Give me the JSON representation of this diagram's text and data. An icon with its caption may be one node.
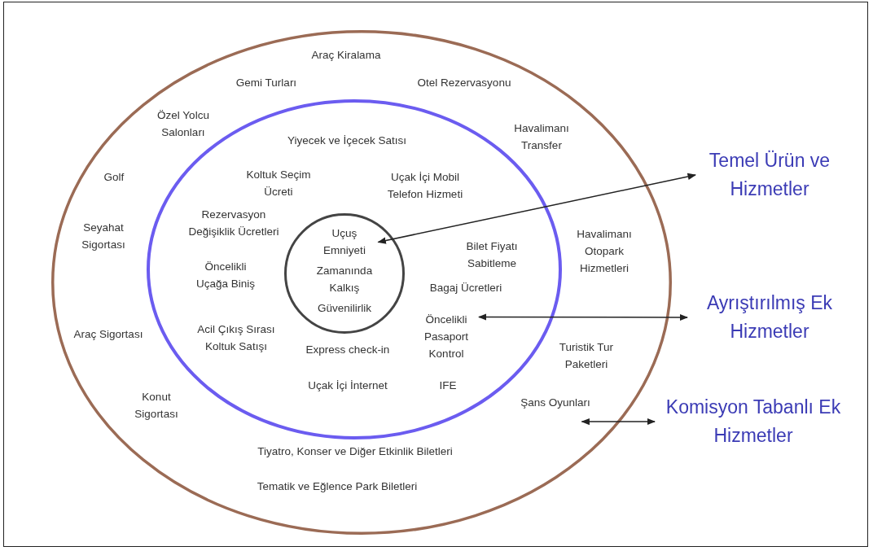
{
  "diagram": {
    "nodes": [
      {
        "text": [
          "Araç Kiralama",
          "Gemi Turları",
          "Otel Rezervasyonu",
          "Özel Yolcu Salonları",
          "Havalimanı Transfer",
          "Golf",
          "Seyahat Sigortası",
          "Havalimanı Otopark Hizmetleri",
          "Araç Sigortası",
          "Turistik Tur Paketleri",
          "Konut Sigortası",
          "Şans Oyunları",
          "Tiyatro, Konser ve Diğer Etkinlik Biletleri",
          "Tematik ve Eğlence Park Biletleri"
        ]
      },
      {
        "text": [
          "Yiyecek ve İçecek Satısı",
          "Koltuk Seçim Ücreti",
          "Uçak İçi Mobil Telefon Hizmeti",
          "Rezervasyon Değişiklik Ücretleri",
          "Bilet Fiyatı Sabitleme",
          "Öncelikli Uçağa Biniş",
          "Bagaj Ücretleri",
          "Acil Çıkış Sırası Koltuk Satışı",
          "Express check-in",
          "Öncelikli Pasaport Kontrol",
          "Uçak İçi İnternet",
          "IFE"
        ],
        "in": 0
      },
      {
        "text": [
          "Uçuş Emniyeti",
          "Zamanında Kalkış",
          "Güvenilirlik"
        ],
        "in": 1
      },
      {
        "text": [
          "Temel Ürün ve Hizmetler"
        ]
      },
      {
        "text": [
          "Ayrıştırılmış Ek Hizmetler"
        ]
      },
      {
        "text": [
          "Komisyon Tabanlı Ek Hizmetler"
        ]
      }
    ],
    "edges": [
      {
        "from": 2,
        "to": 3,
        "arrow": "both"
      },
      {
        "from": 1,
        "to": 4,
        "arrow": "both"
      },
      {
        "from": 0,
        "to": 5,
        "arrow": "both"
      }
    ]
  }
}
